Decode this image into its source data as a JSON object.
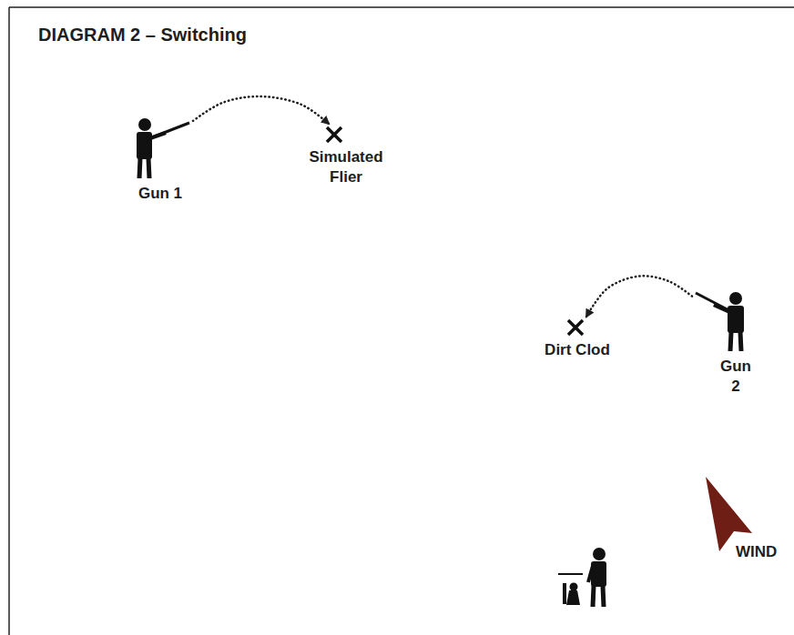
{
  "diagram": {
    "title": "DIAGRAM 2 – Switching",
    "nodes": [
      {
        "text": [
          "Gun 1"
        ]
      },
      {
        "text": [
          "Simulated Flier"
        ]
      },
      {
        "text": [
          "Dirt Clod"
        ]
      },
      {
        "text": [
          "Gun 2"
        ]
      }
    ],
    "edges": [
      {
        "from": 0,
        "to": 1,
        "arrow": "to"
      },
      {
        "from": 3,
        "to": 2,
        "arrow": "to"
      }
    ],
    "labels": [
      "WIND"
    ]
  }
}
